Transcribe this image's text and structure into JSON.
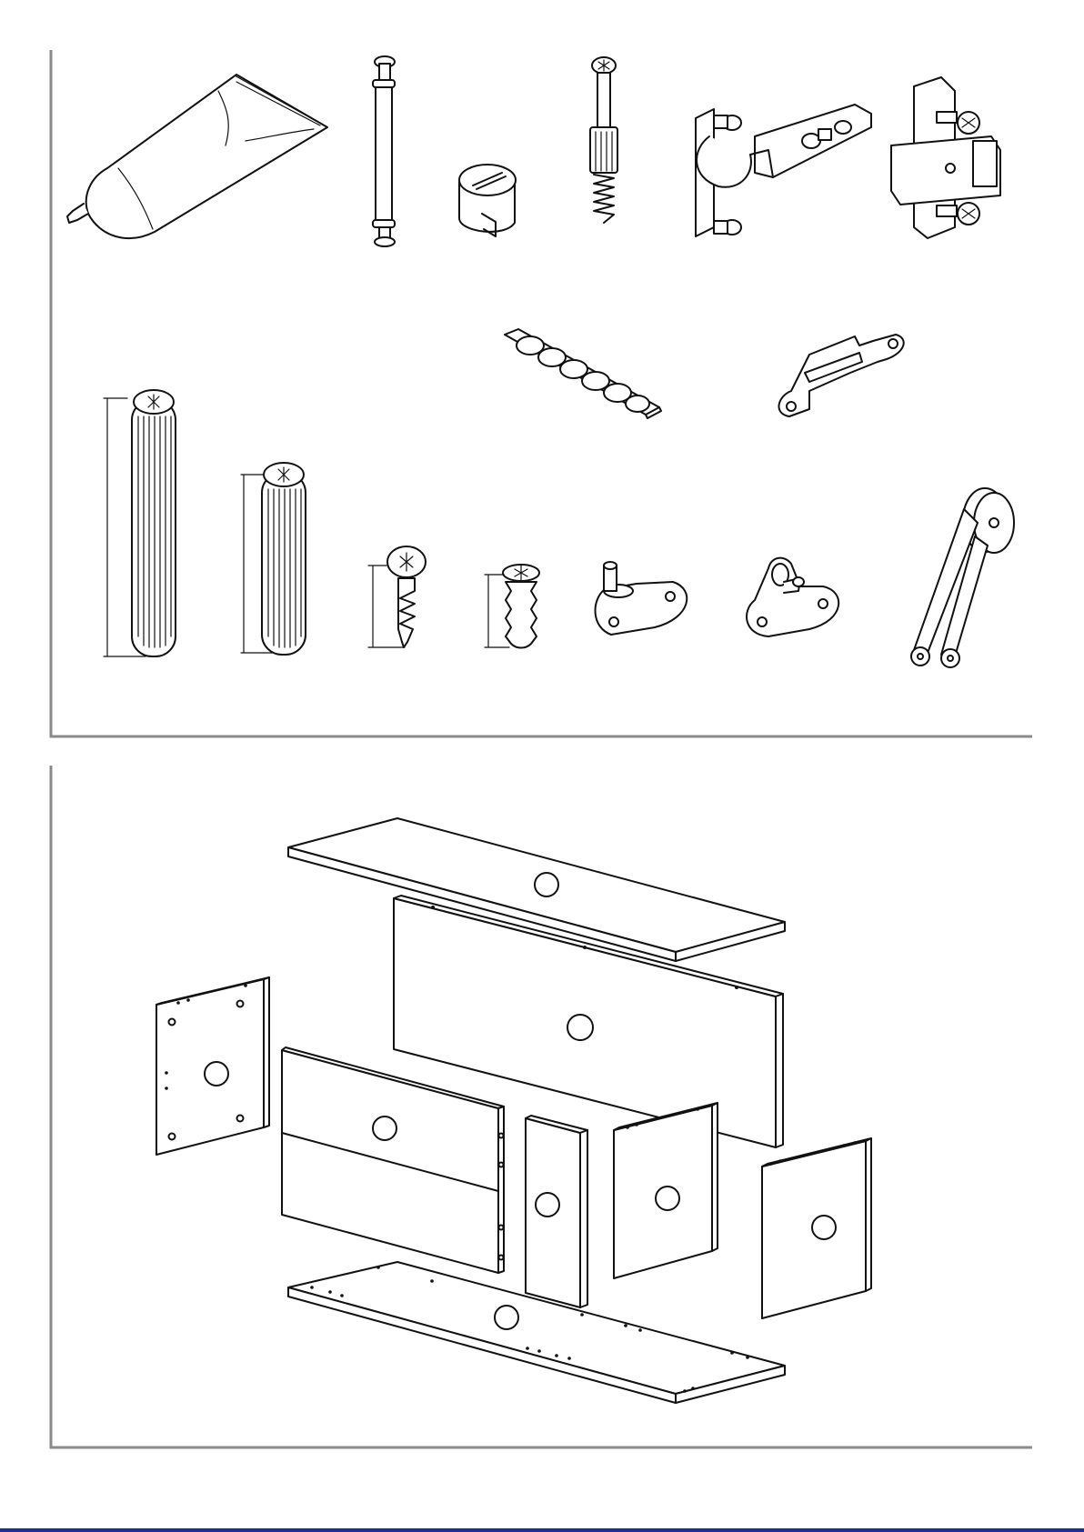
{
  "document": {
    "parts_panel": {
      "items": [
        "glue-tube",
        "cam-bolt-pin",
        "cam-lock-nut",
        "cam-dowel-screw",
        "concealed-hinge-arm",
        "hinge-mounting-plate",
        "adhesive-felt-pads-strip",
        "door-catch-plate",
        "wood-dowel-long",
        "wood-dowel-short",
        "wood-screw",
        "euro-screw",
        "shelf-support-peg",
        "wall-hook-bracket",
        "lift-support-stay"
      ]
    },
    "panels_panel": {
      "items": [
        "top-panel",
        "back-panel",
        "left-side-panel",
        "drawer-front-panel",
        "divider-panel",
        "inner-side-panel",
        "right-side-panel",
        "bottom-panel"
      ]
    },
    "colors": {
      "line": "#111111",
      "frame": "#8a8a8a",
      "footer": "#1f2f8a",
      "background": "#ffffff"
    }
  }
}
